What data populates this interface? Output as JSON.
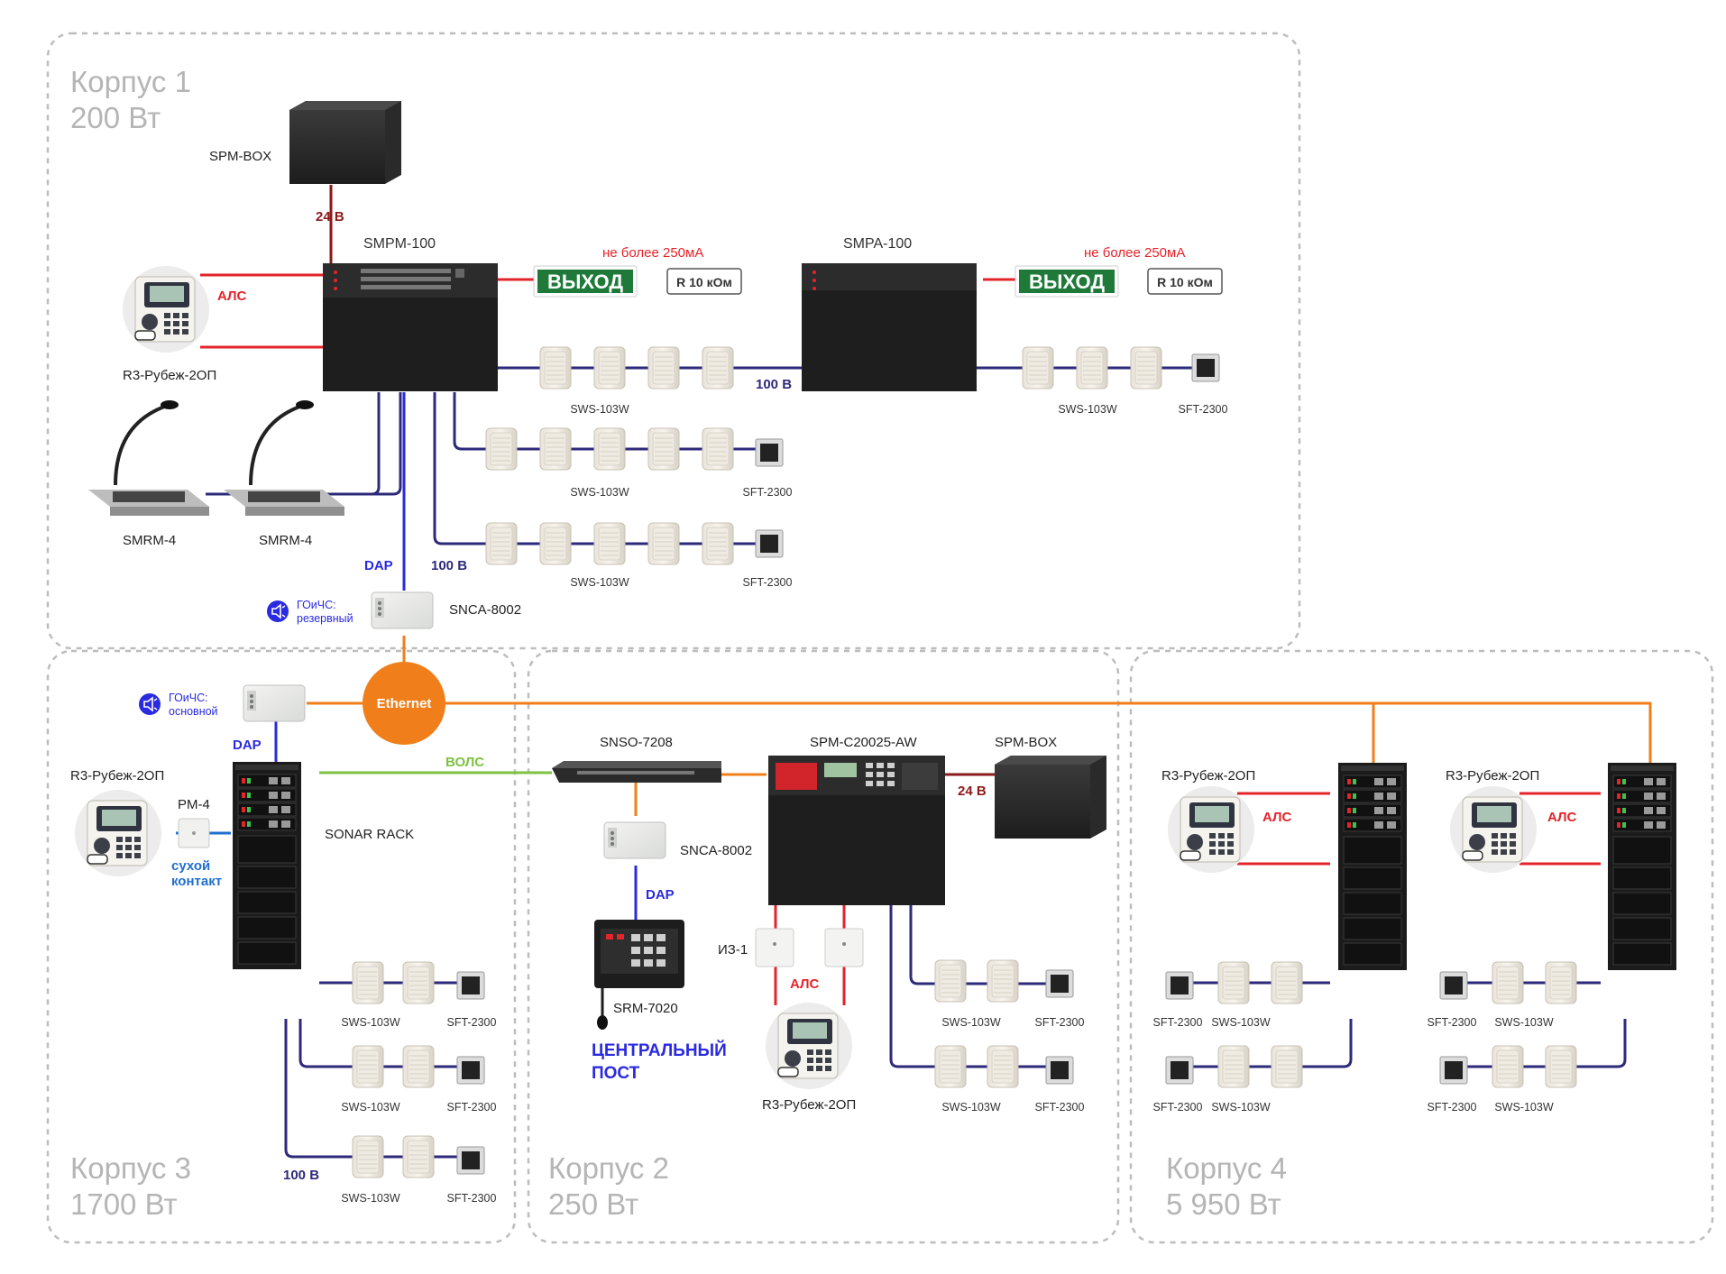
{
  "zones": {
    "z1": {
      "name": "Корпус 1",
      "power": "200 Вт"
    },
    "z2": {
      "name": "Корпус 2",
      "power": "250 Вт"
    },
    "z3": {
      "name": "Корпус 3",
      "power": "1700 Вт"
    },
    "z4": {
      "name": "Корпус 4",
      "power": "5 950 Вт"
    }
  },
  "devices": {
    "spm_box": "SPM-BOX",
    "smpm": "SMPM-100",
    "smpa": "SMPA-100",
    "rubezh": "R3-Рубеж-2ОП",
    "smrm": "SMRM-4",
    "snca": "SNCA-8002",
    "sonar_rack": "SONAR RACK",
    "pm4": "PM-4",
    "snso": "SNSO-7208",
    "spm_c": "SPM-C20025-AW",
    "srm": "SRM-7020",
    "iz1": "ИЗ-1",
    "sws": "SWS-103W",
    "sft": "SFT-2300",
    "ethernet": "Ethernet"
  },
  "labels": {
    "v24": "24 В",
    "v100": "100 В",
    "als": "АЛС",
    "dap": "DAP",
    "vols": "ВОЛС",
    "limit": "не более 250мА",
    "exit_sign": "ВЫХОД",
    "resistor": "R 10 кОм",
    "go_reserve_1": "ГОиЧС:",
    "go_reserve_2": "резервный",
    "go_main_1": "ГОиЧС:",
    "go_main_2": "основной",
    "dry_1": "сухой",
    "dry_2": "контакт",
    "central_1": "ЦЕНТРАЛЬНЫЙ",
    "central_2": "ПОСТ"
  },
  "colors": {
    "red": "#e3242b",
    "darkred": "#8b1a1a",
    "navy": "#2e2a7a",
    "blue": "#2a2ae0",
    "orange": "#f07f1b",
    "green": "#7ec242",
    "sky": "#1f6fcf",
    "zone_border": "#bdbdbd"
  }
}
